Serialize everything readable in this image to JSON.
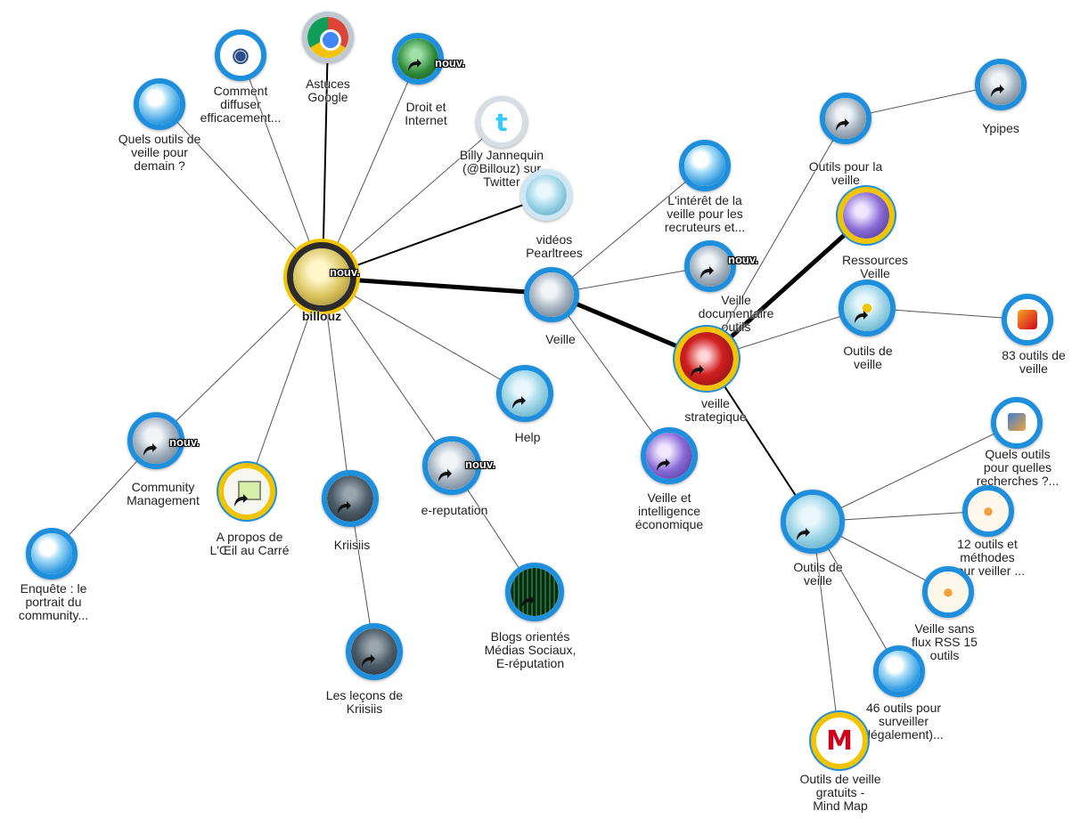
{
  "map": {
    "nouv_badge": "nouv."
  },
  "nodes": {
    "billouz": {
      "label": "billouz",
      "icon": "avatar-photo-icon"
    },
    "quels_outils_demain": {
      "label": "Quels outils de\nveille pour\ndemain ?",
      "icon": "bubble-icon"
    },
    "comment_diffuser": {
      "label": "Comment\ndiffuser\nefficacement...",
      "icon": "globe-icon"
    },
    "astuces_google": {
      "label": "Astuces\nGoogle",
      "icon": "chrome-icon"
    },
    "droit_internet": {
      "label": "Droit et\nInternet",
      "icon": "clover-icon"
    },
    "billy_twitter": {
      "label": "Billy Jannequin\n(@Billouz) sur\nTwitter",
      "icon": "twitter-icon"
    },
    "videos_pearltrees": {
      "label": "vidéos\nPearltrees",
      "icon": "bubble-icon"
    },
    "veille": {
      "label": "Veille",
      "icon": "avatar-photo-icon"
    },
    "interet_veille": {
      "label": "L'intérêt de la\nveille pour les\nrecruteurs et...",
      "icon": "bubble-icon"
    },
    "veille_documentaire": {
      "label": "Veille\ndocumentaire\noutils",
      "icon": "photo-icon"
    },
    "outils_pour_la_veille": {
      "label": "Outils pour la\nveille",
      "icon": "photo-icon"
    },
    "ypipes": {
      "label": "Ypipes",
      "icon": "photo-icon"
    },
    "ressources_veille": {
      "label": "Ressources\nVeille",
      "icon": "puzzle-icon"
    },
    "outils_de_veille_top": {
      "label": "Outils de\nveille",
      "icon": "bird-icon"
    },
    "outils_83": {
      "label": "83 outils de\nveille",
      "icon": "app-icon"
    },
    "veille_strategique": {
      "label": "veille\nstrategique",
      "icon": "photo-icon"
    },
    "help": {
      "label": "Help",
      "icon": "character-icon"
    },
    "veille_intelligence": {
      "label": "Veille et\nintelligence\néconomique",
      "icon": "flower-icon"
    },
    "community_management": {
      "label": "Community\nManagement",
      "icon": "photo-icon"
    },
    "enquete": {
      "label": "Enquête : le\nportrait du\ncommunity...",
      "icon": "bubble-icon"
    },
    "a_propos": {
      "label": "A propos de\nL'Œil au Carré",
      "icon": "document-icon"
    },
    "kriisiis": {
      "label": "Kriisiis",
      "icon": "person-photo-icon"
    },
    "lecons_kriisiis": {
      "label": "Les leçons de\nKriisiis",
      "icon": "person-photo-icon"
    },
    "e_reputation": {
      "label": "e-reputation",
      "icon": "photo-icon"
    },
    "blogs_medias": {
      "label": "Blogs orientés\nMédias Sociaux,\nE-réputation",
      "icon": "matrix-icon"
    },
    "quels_outils_recherches": {
      "label": "Quels outils\npour quelles\nrecherches ?...",
      "icon": "app-icon"
    },
    "outils_de_veille_bottom": {
      "label": "Outils de\nveille",
      "icon": "face-icon"
    },
    "outils_12": {
      "label": "12 outils et\nméthodes\npour veiller ...",
      "icon": "speech-bubble-icon"
    },
    "veille_sans_flux": {
      "label": "Veille sans\nflux RSS 15\noutils",
      "icon": "speech-bubble-icon"
    },
    "outils_46": {
      "label": "46 outils pour\nsurveiller\n(légalement)...",
      "icon": "bubble-icon"
    },
    "outils_gratuits": {
      "label": "Outils de veille\ngratuits -\nMind Map",
      "icon": "mindmap-logo-icon"
    }
  }
}
